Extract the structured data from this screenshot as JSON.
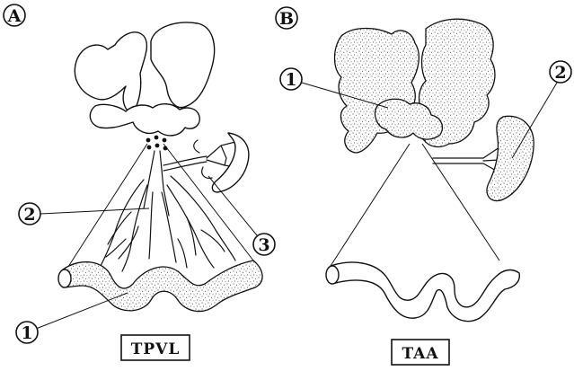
{
  "panels": [
    {
      "letter": "A",
      "caption": "TPVL",
      "markers": [
        "1",
        "2",
        "3"
      ]
    },
    {
      "letter": "B",
      "caption": "TAA",
      "markers": [
        "1",
        "2"
      ]
    }
  ]
}
